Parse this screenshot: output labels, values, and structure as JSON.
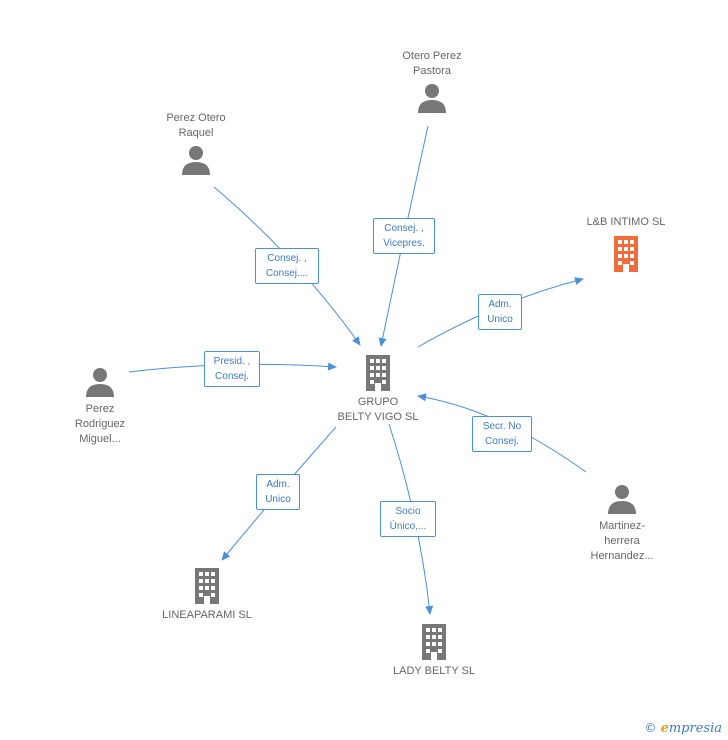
{
  "colors": {
    "edge": "#4a90d9",
    "company": "#777777",
    "highlight_company": "#f26b3a",
    "person": "#777777"
  },
  "nodes": {
    "center": {
      "label_line1": "GRUPO",
      "label_line2": "BELTY VIGO SL",
      "icon": "building-icon"
    },
    "lb_intimo": {
      "label": "L&B INTIMO SL",
      "icon": "building-icon"
    },
    "lineaparami": {
      "label": "LINEAPARAMI SL",
      "icon": "building-icon"
    },
    "lady_belty": {
      "label": "LADY BELTY SL",
      "icon": "building-icon"
    },
    "otero_perez": {
      "label_line1": "Otero Perez",
      "label_line2": "Pastora",
      "icon": "person-icon"
    },
    "perez_otero": {
      "label_line1": "Perez Otero",
      "label_line2": "Raquel",
      "icon": "person-icon"
    },
    "perez_rodriguez": {
      "label_line1": "Perez",
      "label_line2": "Rodriguez",
      "label_line3": "Miguel...",
      "icon": "person-icon"
    },
    "martinez": {
      "label_line1": "Martinez-",
      "label_line2": "herrera",
      "label_line3": "Hernandez...",
      "icon": "person-icon"
    }
  },
  "edges": {
    "perez_otero": {
      "line1": "Consej. ,",
      "line2": "Consej...."
    },
    "otero_perez": {
      "line1": "Consej. ,",
      "line2": "Vicepres."
    },
    "lb_intimo": {
      "line1": "Adm.",
      "line2": "Unico"
    },
    "perez_rodriguez": {
      "line1": "Presid. ,",
      "line2": "Consej."
    },
    "martinez": {
      "line1": "Secr.  No",
      "line2": "Consej."
    },
    "lineaparami": {
      "line1": "Adm.",
      "line2": "Unico"
    },
    "lady_belty": {
      "line1": "Socio",
      "line2": "Único,..."
    }
  },
  "footer": {
    "copyright": "©",
    "brand_initial": "e",
    "brand_rest": "mpresia"
  }
}
